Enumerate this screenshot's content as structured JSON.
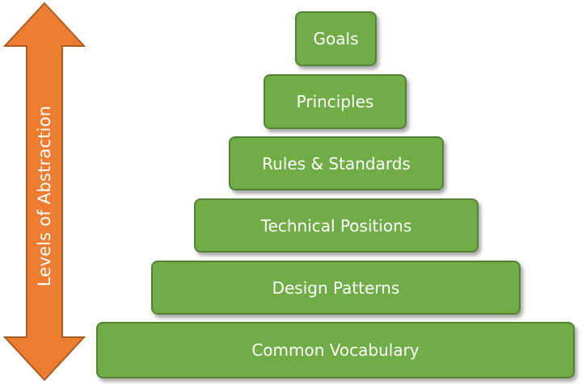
{
  "arrow": {
    "label": "Levels of Abstraction",
    "fill_color": "#ed7d31",
    "stroke_color": "#ae5a21"
  },
  "pyramid": {
    "fill_color": "#70ad47",
    "stroke_color": "#548235",
    "levels": [
      {
        "label": "Goals"
      },
      {
        "label": "Principles"
      },
      {
        "label": "Rules & Standards"
      },
      {
        "label": "Technical Positions"
      },
      {
        "label": "Design Patterns"
      },
      {
        "label": "Common Vocabulary"
      }
    ]
  }
}
